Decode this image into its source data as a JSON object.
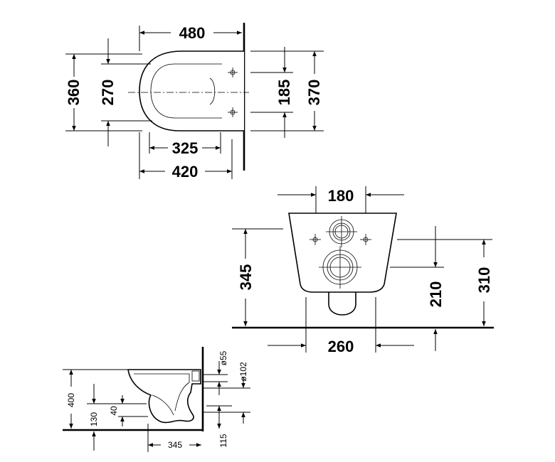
{
  "top_view": {
    "width_total": "480",
    "width_outer": "420",
    "width_inner": "325",
    "depth_outer": "360",
    "depth_inner": "270",
    "fix_spacing": "185",
    "fix_outer": "370"
  },
  "front_view": {
    "top_width": "180",
    "bottom_width": "260",
    "height_total": "345",
    "height_inlet": "210",
    "height_bolts": "310"
  },
  "side_view": {
    "height": "400",
    "floor_to_outlet": "130",
    "outlet_offset": "40",
    "depth": "345",
    "wall_offset": "115",
    "dia_small": "ø55",
    "dia_large": "ø102"
  }
}
